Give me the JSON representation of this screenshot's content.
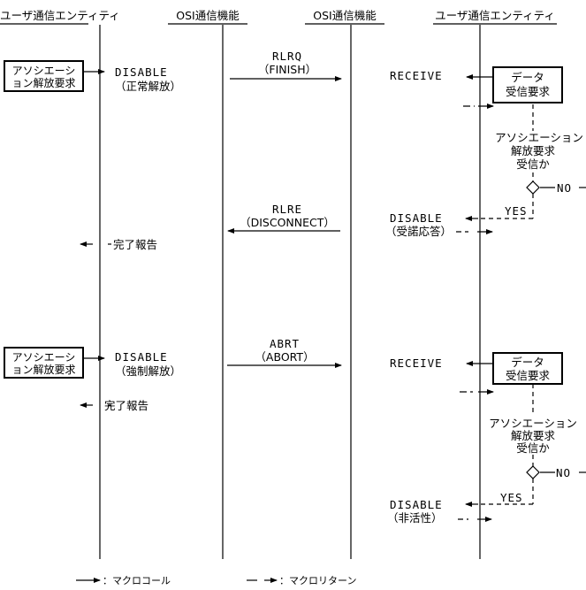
{
  "headers": [
    "ユーザ通信エンティティ",
    "OSI通信機能",
    "OSI通信機能",
    "ユーザ通信エンティティ"
  ],
  "section1": {
    "request_box": [
      "アソシエーシ",
      "ョン解放要求"
    ],
    "disable": "DISABLE",
    "disable_sub": "（正常解放）",
    "rlrq": "RLRQ",
    "rlrq_sub": "（FINISH）",
    "receive": "RECEIVE",
    "data_box": [
      "データ",
      "受信要求"
    ],
    "question": [
      "アソシエーション",
      "解放要求",
      "受信か"
    ],
    "no": "NO",
    "yes": "YES",
    "rlre": "RLRE",
    "rlre_sub": "（DISCONNECT）",
    "disable2": "DISABLE",
    "disable2_sub": "（受諾応答）",
    "complete": "完了報告"
  },
  "section2": {
    "request_box": [
      "アソシエーシ",
      "ョン解放要求"
    ],
    "disable": "DISABLE",
    "disable_sub": "（強制解放）",
    "abrt": "ABRT",
    "abrt_sub": "（ABORT）",
    "receive": "RECEIVE",
    "data_box": [
      "データ",
      "受信要求"
    ],
    "complete": "完了報告",
    "question": [
      "アソシエーション",
      "解放要求",
      "受信か"
    ],
    "no": "NO",
    "yes": "YES",
    "disable2": "DISABLE",
    "disable2_sub": "（非活性）"
  },
  "legend": {
    "macro_call": "：マクロコール",
    "macro_return": "：マクロリターン"
  }
}
